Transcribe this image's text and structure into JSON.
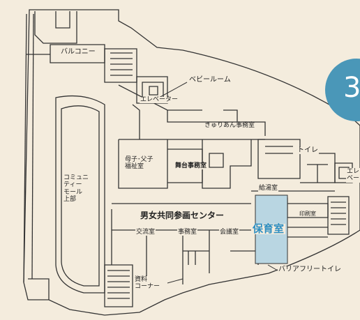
{
  "map": {
    "floor_number": "3",
    "labels": {
      "balcony": "バルコニー",
      "baby_room": "ベビールーム",
      "elevator": "エレベーター",
      "kyurian_office": "きゅりあん事務室",
      "single_parent_welfare": "母子･父子\n福祉室",
      "stage_office": "舞台事務室",
      "toilet": "トイレ",
      "elevator_right": "エレ\nベー",
      "kitchenette": "給湯室",
      "print_room": "印刷室",
      "community_mall": "コミュニ\nティー\nモール\n上部",
      "gender_equality_center": "男女共同参画センター",
      "exchange_room": "交流室",
      "office": "事務室",
      "meeting_room": "会議室",
      "nursery": "保育室",
      "materials_corner": "資料\nコーナー",
      "barrier_free_toilet": "バリアフリートイレ"
    },
    "colors": {
      "background": "#f4ecdd",
      "building_outline": "#333333",
      "nursery_highlight": "#b9d6e2",
      "nursery_text": "#2f8fc2",
      "floor_badge": "#4a97b8"
    }
  }
}
